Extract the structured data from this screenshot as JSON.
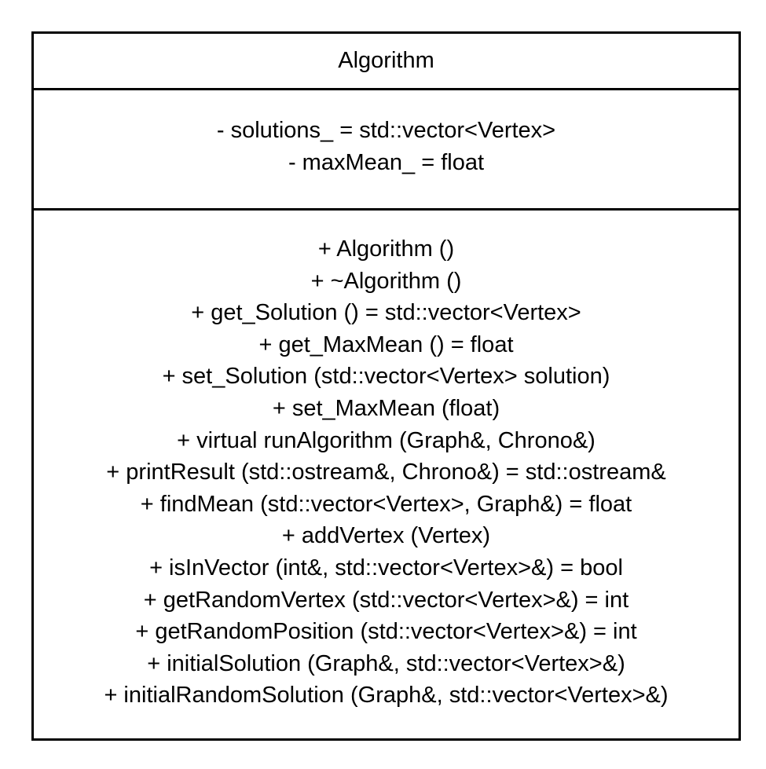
{
  "class_name": "Algorithm",
  "attributes": [
    "- solutions_ = std::vector<Vertex>",
    "- maxMean_ = float"
  ],
  "methods": [
    "+ Algorithm ()",
    "+ ~Algorithm ()",
    "+ get_Solution () = std::vector<Vertex>",
    "+ get_MaxMean () = float",
    "+ set_Solution (std::vector<Vertex> solution)",
    "+ set_MaxMean (float)",
    "+ virtual runAlgorithm (Graph&, Chrono&)",
    "+ printResult (std::ostream&, Chrono&) = std::ostream&",
    "+ findMean (std::vector<Vertex>, Graph&) = float",
    "+ addVertex (Vertex)",
    "+ isInVector (int&, std::vector<Vertex>&) = bool",
    "+ getRandomVertex (std::vector<Vertex>&) = int",
    "+ getRandomPosition (std::vector<Vertex>&) = int",
    "+ initialSolution (Graph&, std::vector<Vertex>&)",
    "+ initialRandomSolution (Graph&, std::vector<Vertex>&)"
  ],
  "colors": {
    "border": "#000000",
    "background": "#ffffff",
    "text": "#000000"
  }
}
